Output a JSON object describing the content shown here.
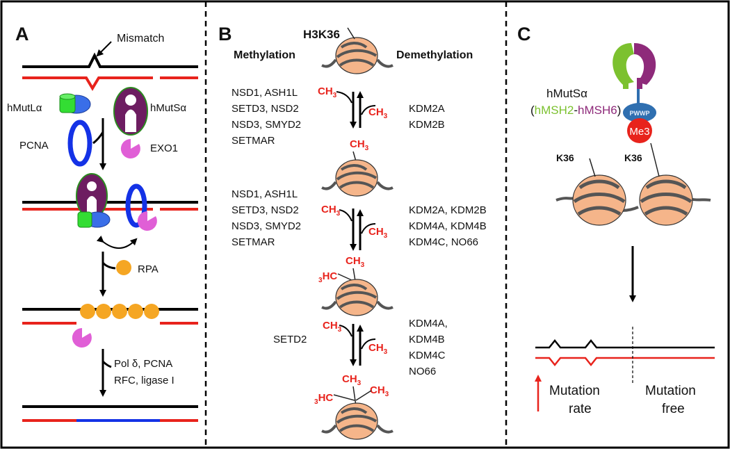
{
  "colors": {
    "dna_black": "#000000",
    "dna_red": "#e8231c",
    "dna_blue": "#1432e6",
    "methyl_red": "#e8231c",
    "nucleosome_fill": "#f5b58a",
    "msh2_green": "#7cc12f",
    "msh6_purple": "#8e2a7a",
    "pwwp_blue": "#2f6fb0",
    "rpa_orange": "#f5a623",
    "exo1_magenta": "#e05fd6",
    "mutlalpha_green": "#33dd33",
    "mutlalpha_blue": "#3a6ee8"
  },
  "panel_a": {
    "letter": "A",
    "mismatch_label": "Mismatch",
    "mutl_label": "hMutL",
    "mutl_greek": "α",
    "muts_label": "hMutS",
    "muts_greek": "α",
    "pcna_label": "PCNA",
    "exo1_label": "EXO1",
    "rpa_label": "RPA",
    "polymerase_line1": "Pol δ, PCNA",
    "polymerase_line2": "RFC, ligase I"
  },
  "panel_b": {
    "letter": "B",
    "histone_mark": "H3K36",
    "methylation_header": "Methylation",
    "demethylation_header": "Demethylation",
    "methyl_group": "CH",
    "methyl_sub": "3",
    "methyl_left_prefix": "H",
    "methyl_left_prefix_sub": "3",
    "methyl_left_suffix": "C",
    "step1_writers": [
      "NSD1, ASH1L",
      "SETD3, NSD2",
      "NSD3, SMYD2",
      "SETMAR"
    ],
    "step1_erasers": [
      "KDM2A",
      "KDM2B"
    ],
    "step2_writers": [
      "NSD1, ASH1L",
      "SETD3, NSD2",
      "NSD3, SMYD2",
      "SETMAR"
    ],
    "step2_erasers": [
      "KDM2A, KDM2B",
      "KDM4A, KDM4B",
      "KDM4C, NO66"
    ],
    "step3_writers": [
      "SETD2"
    ],
    "step3_erasers": [
      "KDM4A,",
      "KDM4B",
      "KDM4C",
      "NO66"
    ]
  },
  "panel_c": {
    "letter": "C",
    "complex_label": "hMutS",
    "complex_greek": "α",
    "paren_open": "(",
    "msh2_label": "hMSH2",
    "dash": "-",
    "msh6_label": "hMSH6",
    "paren_close": ")",
    "pwwp_label": "PWWP",
    "me3_label": "Me3",
    "k36_left": "K36",
    "k36_right": "K36",
    "mutation_rate_line1": "Mutation",
    "mutation_rate_line2": "rate",
    "mutation_free_line1": "Mutation",
    "mutation_free_line2": "free"
  }
}
